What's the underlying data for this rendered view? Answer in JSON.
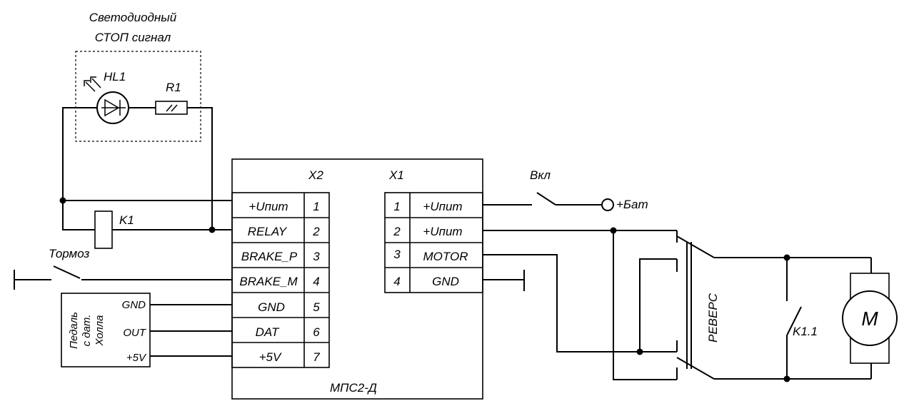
{
  "stop_signal": {
    "title_line1": "Светодиодный",
    "title_line2": "СТОП сигнал",
    "led_label": "HL1",
    "resistor_label": "R1"
  },
  "relay": {
    "coil_label": "K1",
    "contact_label": "K1.1"
  },
  "brake_switch_label": "Тормоз",
  "power_switch_label": "Вкл",
  "battery_label": "+Бат",
  "pedal": {
    "line1": "Педаль",
    "line2": "с дат.",
    "line3": "Холла"
  },
  "pedal_pins": {
    "gnd": "GND",
    "out": "OUT",
    "v5": "+5V"
  },
  "controller": {
    "name": "МПС2-Д",
    "x2_label": "X2",
    "x1_label": "X1",
    "x2_pins": [
      {
        "name": "+Uпит",
        "num": "1"
      },
      {
        "name": "RELAY",
        "num": "2"
      },
      {
        "name": "BRAKE_P",
        "num": "3"
      },
      {
        "name": "BRAKE_M",
        "num": "4"
      },
      {
        "name": "GND",
        "num": "5"
      },
      {
        "name": "DAT",
        "num": "6"
      },
      {
        "name": "+5V",
        "num": "7"
      }
    ],
    "x1_pins": [
      {
        "num": "1",
        "name": "+Uпит"
      },
      {
        "num": "2",
        "name": "+Uпит"
      },
      {
        "num": "3",
        "name": "MOTOR"
      },
      {
        "num": "4",
        "name": "GND"
      }
    ]
  },
  "reverse_label": "РЕВЕРС",
  "motor_label": "M"
}
